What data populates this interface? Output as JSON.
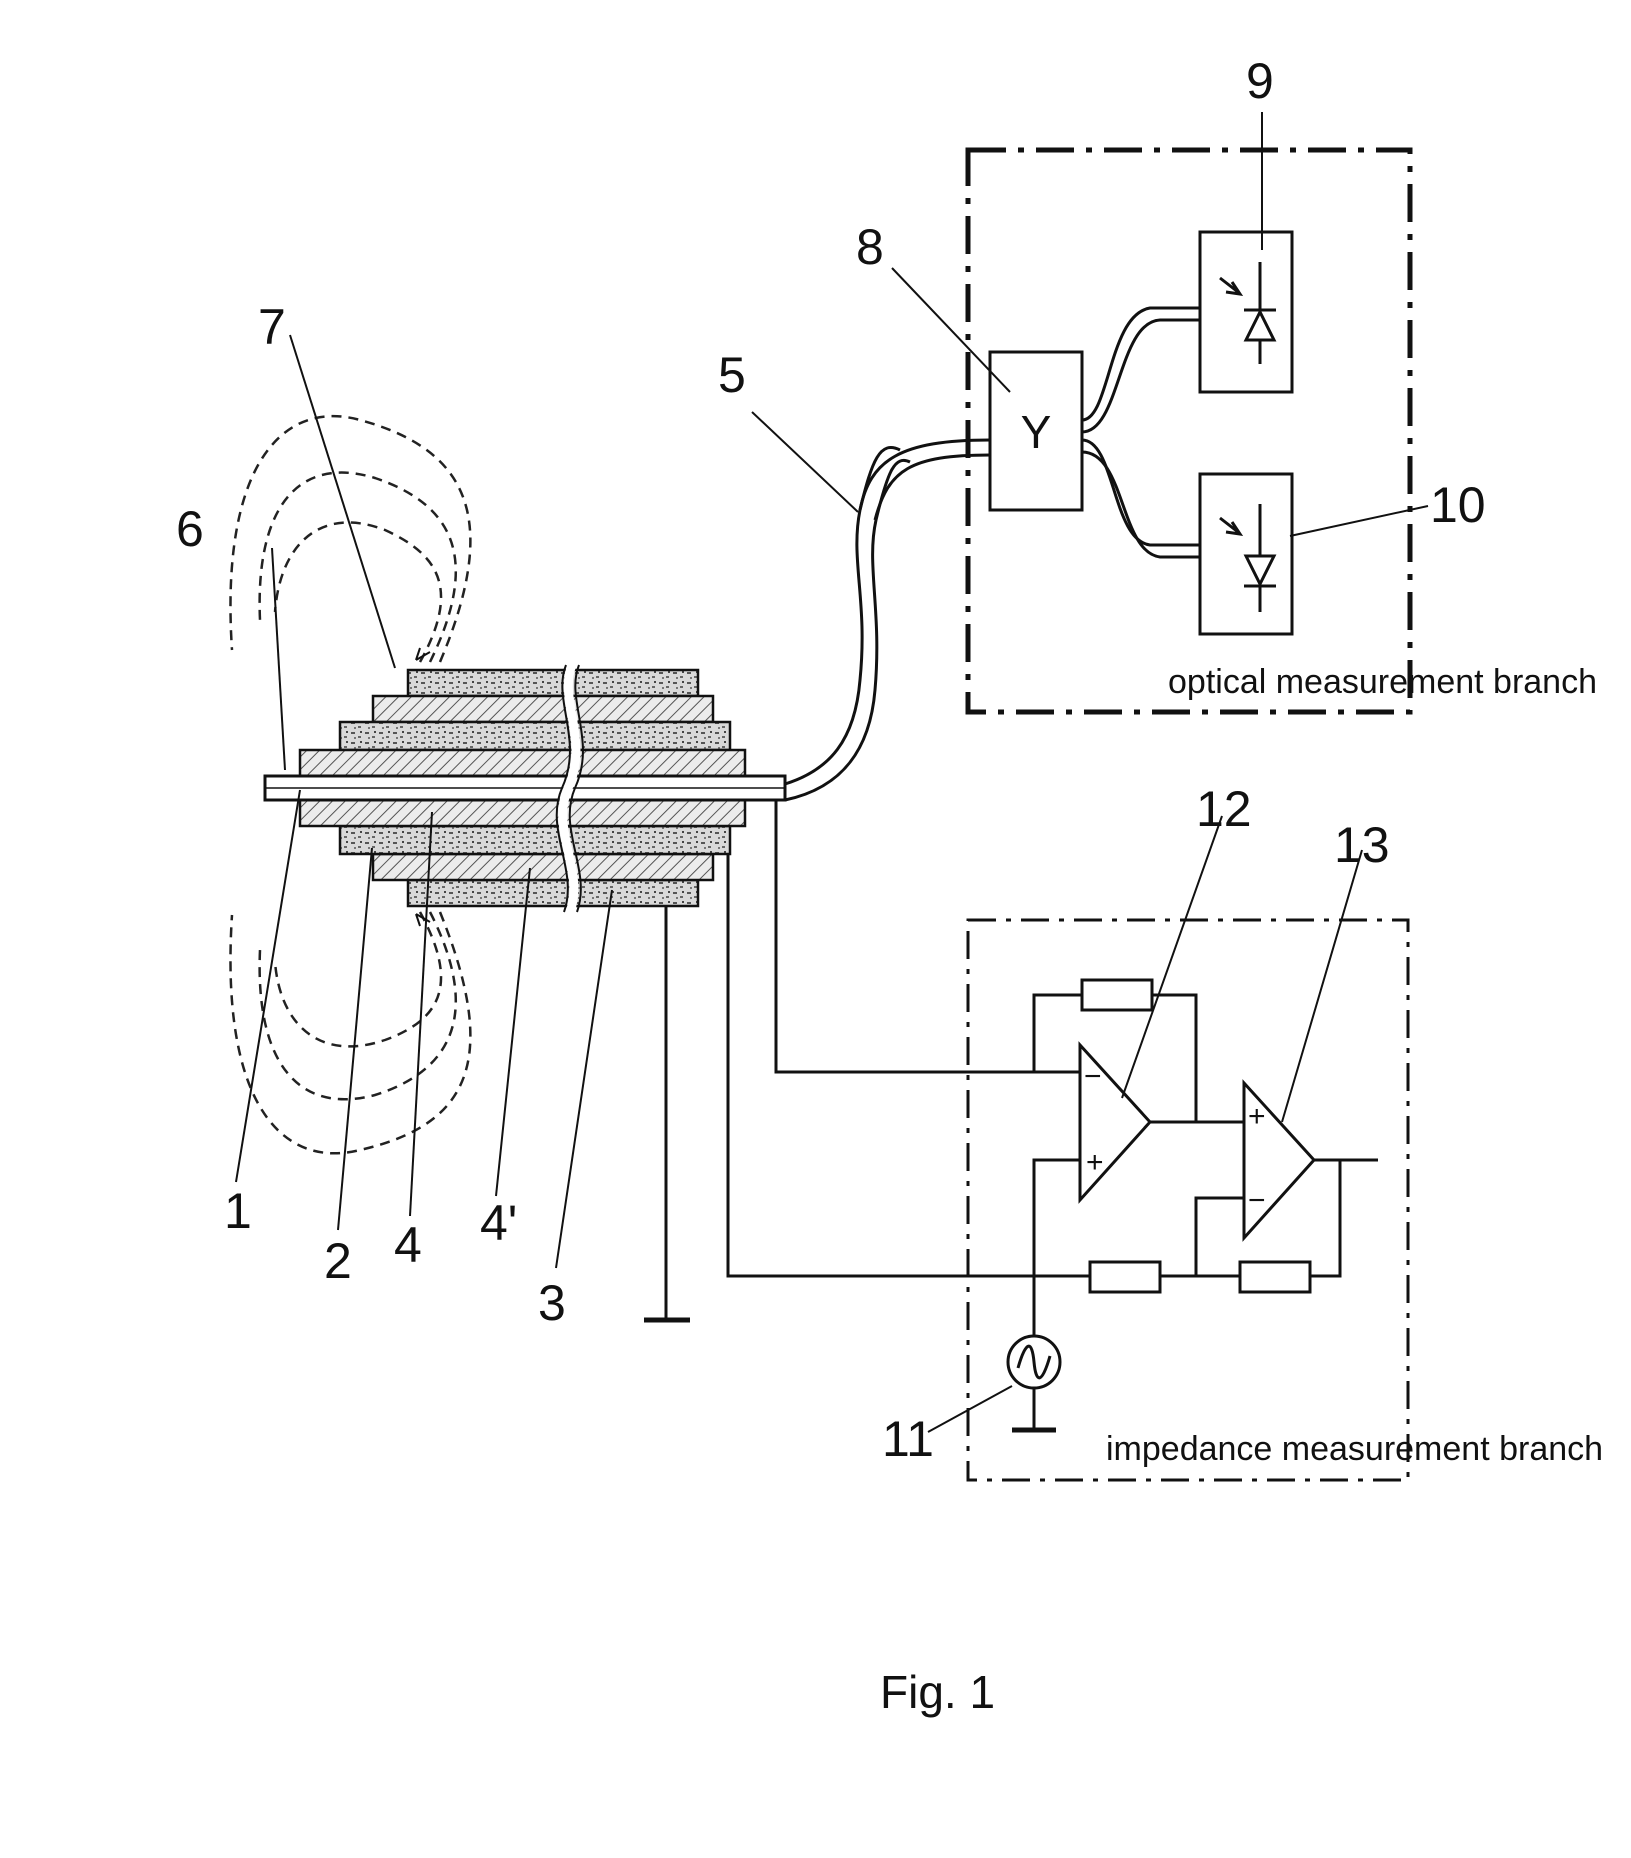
{
  "figure": {
    "caption": "Fig. 1",
    "refs": {
      "r1": "1",
      "r2": "2",
      "r3": "3",
      "r4": "4",
      "r4p": "4'",
      "r5": "5",
      "r6": "6",
      "r7": "7",
      "r8": "8",
      "r9": "9",
      "r10": "10",
      "r11": "11",
      "r12": "12",
      "r13": "13"
    },
    "splitter_symbol": "Y",
    "optical_branch_label": "optical measurement branch",
    "impedance_branch_label": "impedance measurement branch",
    "opamp_plus": "+",
    "opamp_minus": "−"
  }
}
